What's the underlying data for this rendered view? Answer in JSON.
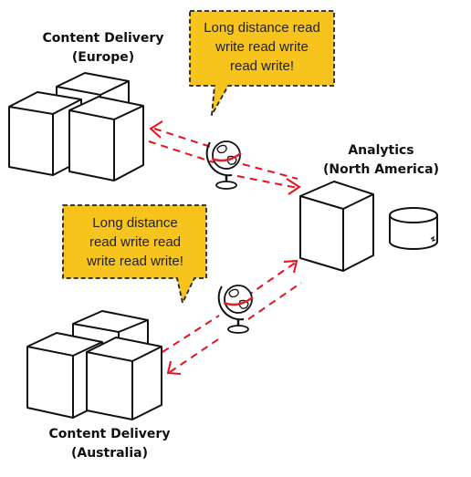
{
  "colors": {
    "bubble_fill": "#f6c41d",
    "bubble_border": "#222222",
    "arrow": "#e8111c",
    "outline": "#111111",
    "globe_red": "#d9232b"
  },
  "icons": [
    "server-cube-icon",
    "database-cylinder-icon",
    "globe-icon",
    "dashed-arrow-icon"
  ],
  "nodes": {
    "europe": {
      "line1": "Content Delivery",
      "line2": "(Europe)"
    },
    "analytics": {
      "line1": "Analytics",
      "line2": "(North America)"
    },
    "australia": {
      "line1": "Content Delivery",
      "line2": "(Australia)"
    }
  },
  "bubbles": {
    "top": [
      "Long distance read",
      "write read write",
      "read write!"
    ],
    "bottom": [
      "Long distance",
      "read write read",
      "write read write!"
    ]
  }
}
